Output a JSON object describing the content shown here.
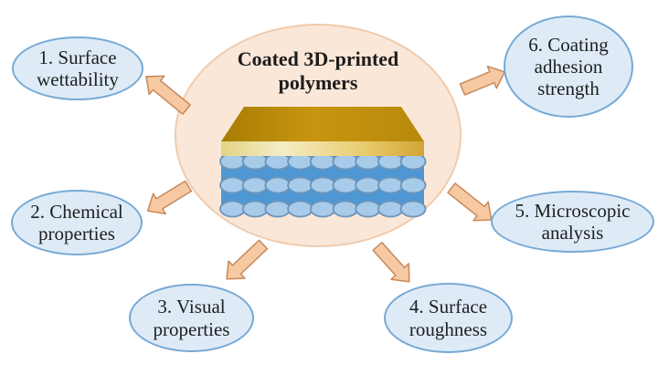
{
  "figure": {
    "center": {
      "title": "Coated 3D-printed polymers",
      "illustration": {
        "name": "coated-polymer-stack-icon",
        "bead_rows": 3,
        "beads_per_row": 9
      }
    },
    "nodes": [
      {
        "id": 1,
        "label": "1. Surface wettability"
      },
      {
        "id": 2,
        "label": "2. Chemical properties"
      },
      {
        "id": 3,
        "label": "3. Visual properties"
      },
      {
        "id": 4,
        "label": "4. Surface roughness"
      },
      {
        "id": 5,
        "label": "5. Microscopic analysis"
      },
      {
        "id": 6,
        "label": "6. Coating adhesion strength"
      }
    ]
  },
  "colors": {
    "background": "#ffffff",
    "node_fill": "#deebf7",
    "node_border": "#76a9d6",
    "node_text": "#1f1f1f",
    "center_fill": "#fbe7d8",
    "center_border": "#f0cbad",
    "title_text": "#1c1c1c",
    "arrow_fill": "#f6c9a3",
    "arrow_stroke": "#c6895c",
    "coating_top_left": "#a87d04",
    "coating_top_mid": "#c89510",
    "coating_top_right": "#b8890b",
    "coating_band_left": "#e2d386",
    "coating_band_mid": "#f4edc4",
    "coating_band_gold": "#e8ca6a",
    "coating_band_right": "#d2a435",
    "polymer_blue": "#4f97d3",
    "bead_fill": "#a8cbea",
    "bead_stroke": "#6b94bb"
  }
}
